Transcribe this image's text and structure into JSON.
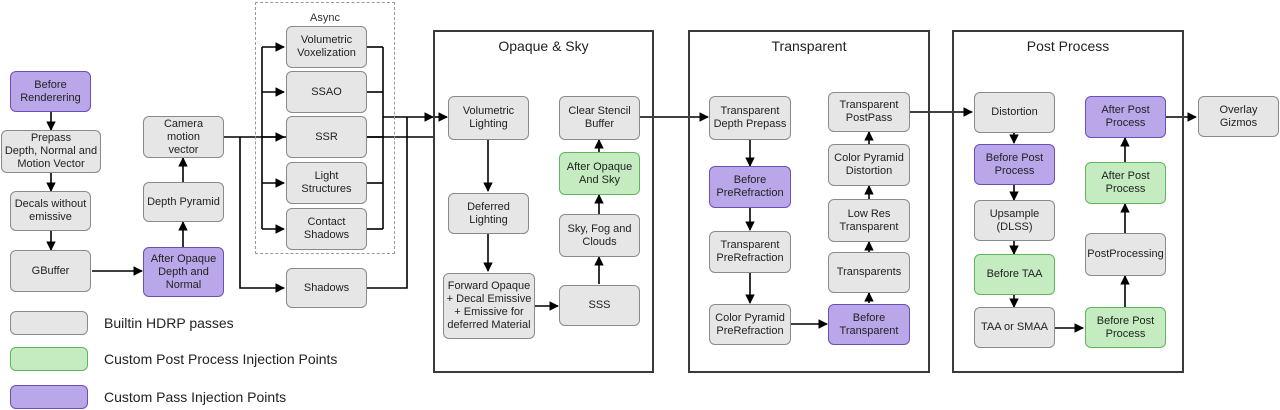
{
  "colors": {
    "builtin": "#e6e6e6",
    "post_process_injection": "#c4ecc0",
    "custom_pass_injection": "#b9a7e9",
    "line": "#000000"
  },
  "groups": {
    "async": "Async",
    "opaque_sky": "Opaque & Sky",
    "transparent": "Transparent",
    "post_process": "Post Process"
  },
  "nodes": {
    "before_rendering": "Before\nRenderering",
    "prepass": "Prepass\nDepth, Normal and\nMotion Vector",
    "decals": "Decals without\nemissive",
    "gbuffer": "GBuffer",
    "camera_motion": "Camera motion\nvector",
    "depth_pyramid": "Depth Pyramid",
    "after_opaque_depth_normal": "After Opaque\nDepth and\nNormal",
    "volumetric_voxelization": "Volumetric\nVoxelization",
    "ssao": "SSAO",
    "ssr": "SSR",
    "light_structures": "Light\nStructures",
    "contact_shadows": "Contact\nShadows",
    "shadows": "Shadows",
    "volumetric_lighting": "Volumetric\nLighting",
    "deferred_lighting": "Deferred\nLighting",
    "forward_opaque": "Forward Opaque\n+ Decal Emissive\n+ Emissive for\ndeferred Material",
    "clear_stencil": "Clear Stencil\nBuffer",
    "after_opaque_sky": "After Opaque\nAnd Sky",
    "sky_fog_clouds": "Sky, Fog and\nClouds",
    "sss": "SSS",
    "transparent_depth_prepass": "Transparent\nDepth Prepass",
    "before_prerefraction": "Before\nPreRefraction",
    "transparent_prerefraction": "Transparent\nPreRefraction",
    "color_pyramid_prerefraction": "Color Pyramid\nPreRefraction",
    "transparent_postpass": "Transparent\nPostPass",
    "color_pyramid_distortion": "Color Pyramid\nDistortion",
    "low_res_transparent": "Low Res\nTransparent",
    "transparents": "Transparents",
    "before_transparent": "Before\nTransparent",
    "distortion": "Distortion",
    "before_post_process_1": "Before Post\nProcess",
    "upsample": "Upsample\n(DLSS)",
    "before_taa": "Before TAA",
    "taa_smaa": "TAA or SMAA",
    "after_post_process_top": "After Post\nProcess",
    "after_post_process_mid": "After Post\nProcess",
    "postprocessing": "PostProcessing",
    "before_post_process_2": "Before Post\nProcess",
    "overlay_gizmos": "Overlay\nGizmos"
  },
  "legend": {
    "builtin": "Builtin HDRP passes",
    "post_process": "Custom Post Process Injection Points",
    "custom_pass": "Custom Pass Injection Points"
  }
}
